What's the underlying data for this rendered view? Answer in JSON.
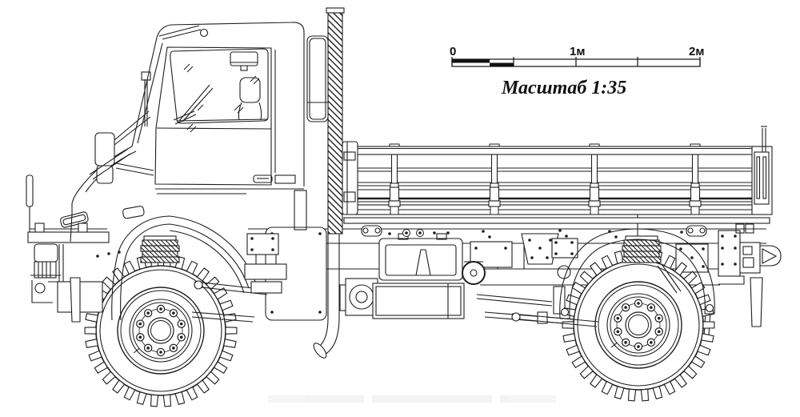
{
  "caption": "Масштаб 1:35",
  "scale_bar": {
    "start_label": "0",
    "mid_label": "1м",
    "end_label": "2м"
  },
  "colors": {
    "line": "#1e1e1e",
    "background": "#ffffff"
  }
}
